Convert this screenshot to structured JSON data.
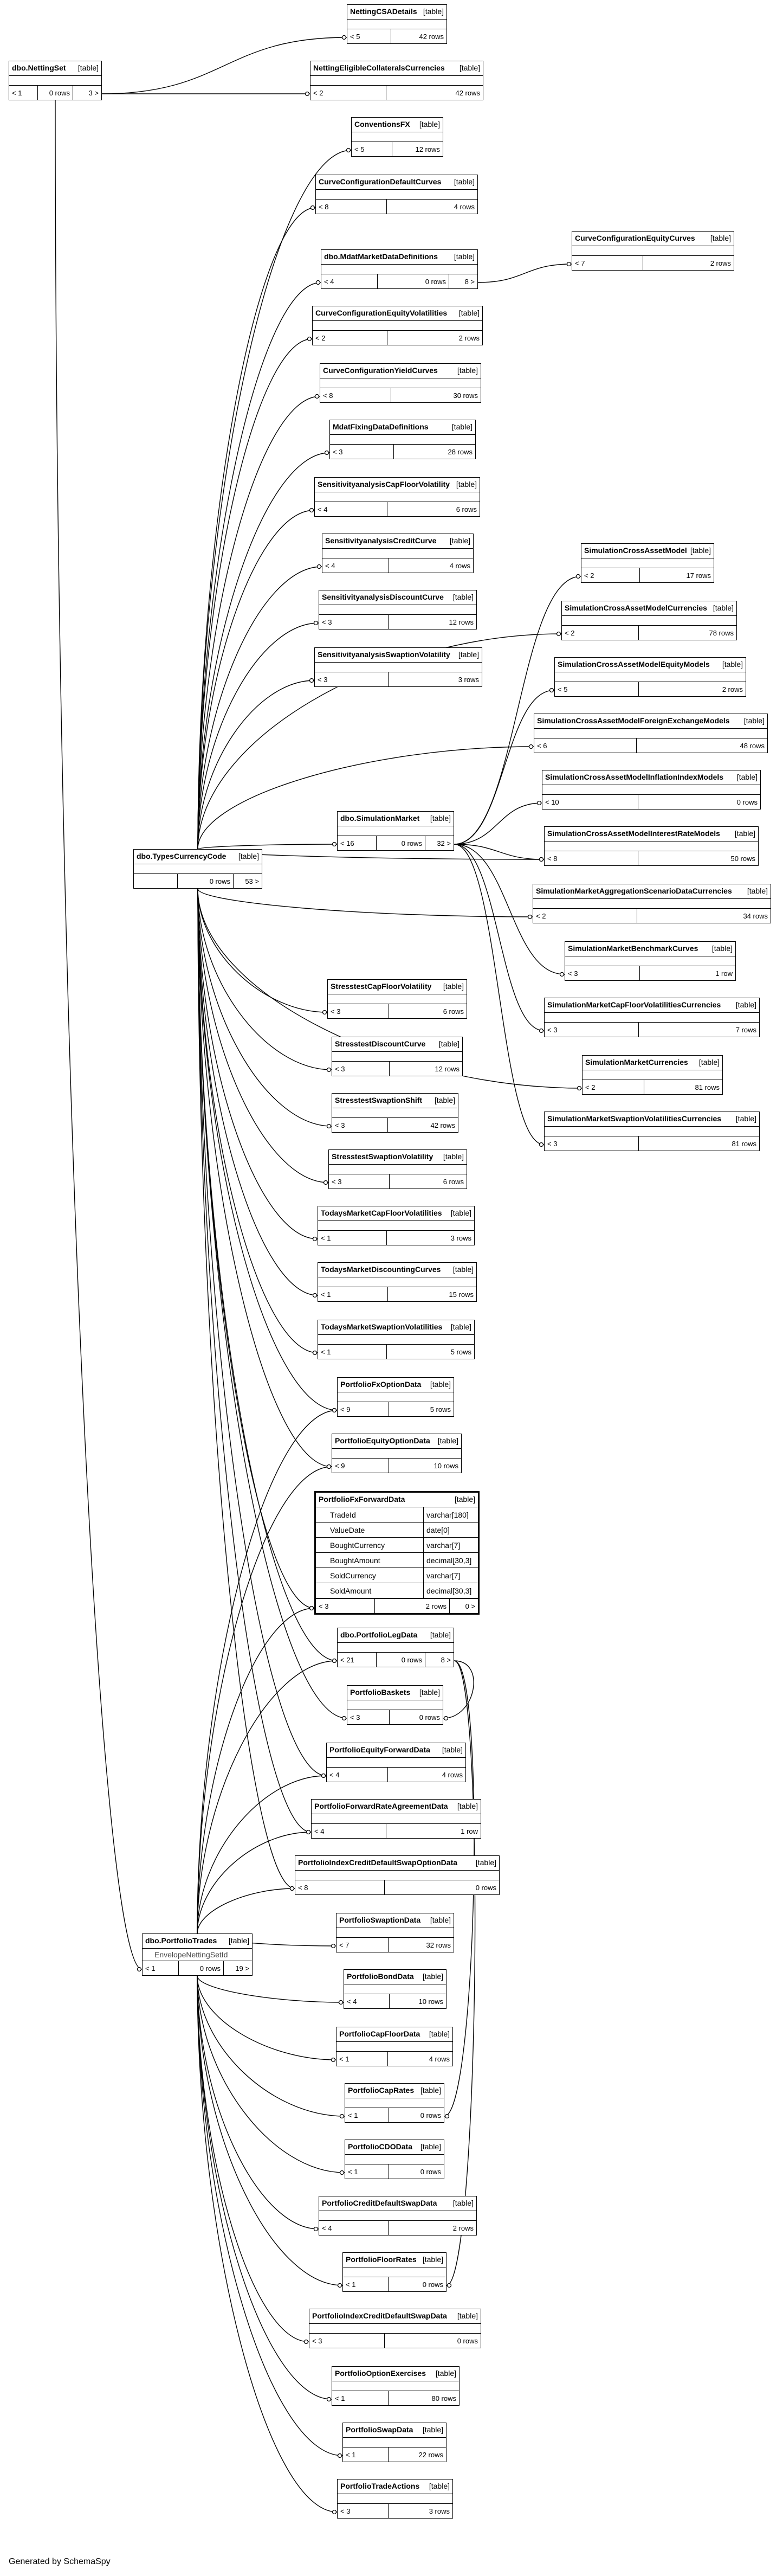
{
  "footer": "Generated by SchemaSpy",
  "tables": [
    {
      "id": "NettingSet",
      "name": "dbo.NettingSet",
      "kind": "[table]",
      "left": "< 1",
      "rows": "0 rows",
      "right": "3 >"
    },
    {
      "id": "NettingCSADetails",
      "name": "NettingCSADetails",
      "kind": "[table]",
      "left": "< 5",
      "rows": "42 rows",
      "right": ""
    },
    {
      "id": "NettingEligibleCollateralsCurrencies",
      "name": "NettingEligibleCollateralsCurrencies",
      "kind": "[table]",
      "left": "< 2",
      "rows": "42 rows",
      "right": ""
    },
    {
      "id": "ConventionsFX",
      "name": "ConventionsFX",
      "kind": "[table]",
      "left": "< 5",
      "rows": "12 rows",
      "right": ""
    },
    {
      "id": "CurveConfigurationDefaultCurves",
      "name": "CurveConfigurationDefaultCurves",
      "kind": "[table]",
      "left": "< 8",
      "rows": "4 rows",
      "right": ""
    },
    {
      "id": "MdatMarketDataDefinitions",
      "name": "dbo.MdatMarketDataDefinitions",
      "kind": "[table]",
      "left": "< 4",
      "rows": "0 rows",
      "right": "8 >"
    },
    {
      "id": "CurveConfigurationEquityCurves",
      "name": "CurveConfigurationEquityCurves",
      "kind": "[table]",
      "left": "< 7",
      "rows": "2 rows",
      "right": ""
    },
    {
      "id": "CurveConfigurationEquityVolatilities",
      "name": "CurveConfigurationEquityVolatilities",
      "kind": "[table]",
      "left": "< 2",
      "rows": "2 rows",
      "right": ""
    },
    {
      "id": "CurveConfigurationYieldCurves",
      "name": "CurveConfigurationYieldCurves",
      "kind": "[table]",
      "left": "< 8",
      "rows": "30 rows",
      "right": ""
    },
    {
      "id": "MdatFixingDataDefinitions",
      "name": "MdatFixingDataDefinitions",
      "kind": "[table]",
      "left": "< 3",
      "rows": "28 rows",
      "right": ""
    },
    {
      "id": "SensitivityanalysisCapFloorVolatility",
      "name": "SensitivityanalysisCapFloorVolatility",
      "kind": "[table]",
      "left": "< 4",
      "rows": "6 rows",
      "right": ""
    },
    {
      "id": "SensitivityanalysisCreditCurve",
      "name": "SensitivityanalysisCreditCurve",
      "kind": "[table]",
      "left": "< 4",
      "rows": "4 rows",
      "right": ""
    },
    {
      "id": "SensitivityanalysisDiscountCurve",
      "name": "SensitivityanalysisDiscountCurve",
      "kind": "[table]",
      "left": "< 3",
      "rows": "12 rows",
      "right": ""
    },
    {
      "id": "SensitivityanalysisSwaptionVolatility",
      "name": "SensitivityanalysisSwaptionVolatility",
      "kind": "[table]",
      "left": "< 3",
      "rows": "3 rows",
      "right": ""
    },
    {
      "id": "SimulationCrossAssetModel",
      "name": "SimulationCrossAssetModel",
      "kind": "[table]",
      "left": "< 2",
      "rows": "17 rows",
      "right": ""
    },
    {
      "id": "SimulationCrossAssetModelCurrencies",
      "name": "SimulationCrossAssetModelCurrencies",
      "kind": "[table]",
      "left": "< 2",
      "rows": "78 rows",
      "right": ""
    },
    {
      "id": "SimulationCrossAssetModelEquityModels",
      "name": "SimulationCrossAssetModelEquityModels",
      "kind": "[table]",
      "left": "< 5",
      "rows": "2 rows",
      "right": ""
    },
    {
      "id": "SimulationCrossAssetModelForeignExchangeModels",
      "name": "SimulationCrossAssetModelForeignExchangeModels",
      "kind": "[table]",
      "left": "< 6",
      "rows": "48 rows",
      "right": ""
    },
    {
      "id": "SimulationCrossAssetModelInflationIndexModels",
      "name": "SimulationCrossAssetModelInflationIndexModels",
      "kind": "[table]",
      "left": "< 10",
      "rows": "0 rows",
      "right": ""
    },
    {
      "id": "SimulationMarket",
      "name": "dbo.SimulationMarket",
      "kind": "[table]",
      "left": "< 16",
      "rows": "0 rows",
      "right": "32 >"
    },
    {
      "id": "SimulationCrossAssetModelInterestRateModels",
      "name": "SimulationCrossAssetModelInterestRateModels",
      "kind": "[table]",
      "left": "< 8",
      "rows": "50 rows",
      "right": ""
    },
    {
      "id": "TypesCurrencyCode",
      "name": "dbo.TypesCurrencyCode",
      "kind": "[table]",
      "left": "",
      "rows": "0 rows",
      "right": "53 >"
    },
    {
      "id": "SimulationMarketAggregationScenarioDataCurrencies",
      "name": "SimulationMarketAggregationScenarioDataCurrencies",
      "kind": "[table]",
      "left": "< 2",
      "rows": "34 rows",
      "right": ""
    },
    {
      "id": "SimulationMarketBenchmarkCurves",
      "name": "SimulationMarketBenchmarkCurves",
      "kind": "[table]",
      "left": "< 3",
      "rows": "1 row",
      "right": ""
    },
    {
      "id": "SimulationMarketCapFloorVolatilitiesCurrencies",
      "name": "SimulationMarketCapFloorVolatilitiesCurrencies",
      "kind": "[table]",
      "left": "< 3",
      "rows": "7 rows",
      "right": ""
    },
    {
      "id": "StresstestCapFloorVolatility",
      "name": "StresstestCapFloorVolatility",
      "kind": "[table]",
      "left": "< 3",
      "rows": "6 rows",
      "right": ""
    },
    {
      "id": "SimulationMarketCurrencies",
      "name": "SimulationMarketCurrencies",
      "kind": "[table]",
      "left": "< 2",
      "rows": "81 rows",
      "right": ""
    },
    {
      "id": "StresstestDiscountCurve",
      "name": "StresstestDiscountCurve",
      "kind": "[table]",
      "left": "< 3",
      "rows": "12 rows",
      "right": ""
    },
    {
      "id": "SimulationMarketSwaptionVolatilitiesCurrencies",
      "name": "SimulationMarketSwaptionVolatilitiesCurrencies",
      "kind": "[table]",
      "left": "< 3",
      "rows": "81 rows",
      "right": ""
    },
    {
      "id": "StresstestSwaptionShift",
      "name": "StresstestSwaptionShift",
      "kind": "[table]",
      "left": "< 3",
      "rows": "42 rows",
      "right": ""
    },
    {
      "id": "StresstestSwaptionVolatility",
      "name": "StresstestSwaptionVolatility",
      "kind": "[table]",
      "left": "< 3",
      "rows": "6 rows",
      "right": ""
    },
    {
      "id": "TodaysMarketCapFloorVolatilities",
      "name": "TodaysMarketCapFloorVolatilities",
      "kind": "[table]",
      "left": "< 1",
      "rows": "3 rows",
      "right": ""
    },
    {
      "id": "TodaysMarketDiscountingCurves",
      "name": "TodaysMarketDiscountingCurves",
      "kind": "[table]",
      "left": "< 1",
      "rows": "15 rows",
      "right": ""
    },
    {
      "id": "TodaysMarketSwaptionVolatilities",
      "name": "TodaysMarketSwaptionVolatilities",
      "kind": "[table]",
      "left": "< 1",
      "rows": "5 rows",
      "right": ""
    },
    {
      "id": "PortfolioFxOptionData",
      "name": "PortfolioFxOptionData",
      "kind": "[table]",
      "left": "< 9",
      "rows": "5 rows",
      "right": ""
    },
    {
      "id": "PortfolioEquityOptionData",
      "name": "PortfolioEquityOptionData",
      "kind": "[table]",
      "left": "< 9",
      "rows": "10 rows",
      "right": ""
    },
    {
      "id": "PortfolioFxForwardData",
      "name": "PortfolioFxForwardData",
      "kind": "[table]",
      "left": "< 3",
      "rows": "2 rows",
      "right": "0 >",
      "highlight": true,
      "columns": [
        [
          "TradeId",
          "varchar[180]"
        ],
        [
          "ValueDate",
          "date[0]"
        ],
        [
          "BoughtCurrency",
          "varchar[7]"
        ],
        [
          "BoughtAmount",
          "decimal[30,3]"
        ],
        [
          "SoldCurrency",
          "varchar[7]"
        ],
        [
          "SoldAmount",
          "decimal[30,3]"
        ]
      ]
    },
    {
      "id": "PortfolioLegData",
      "name": "dbo.PortfolioLegData",
      "kind": "[table]",
      "left": "< 21",
      "rows": "0 rows",
      "right": "8 >"
    },
    {
      "id": "PortfolioBaskets",
      "name": "PortfolioBaskets",
      "kind": "[table]",
      "left": "< 3",
      "rows": "0 rows",
      "right": ""
    },
    {
      "id": "PortfolioEquityForwardData",
      "name": "PortfolioEquityForwardData",
      "kind": "[table]",
      "left": "< 4",
      "rows": "4 rows",
      "right": ""
    },
    {
      "id": "PortfolioForwardRateAgreementData",
      "name": "PortfolioForwardRateAgreementData",
      "kind": "[table]",
      "left": "< 4",
      "rows": "1 row",
      "right": ""
    },
    {
      "id": "PortfolioIndexCreditDefaultSwapOptionData",
      "name": "PortfolioIndexCreditDefaultSwapOptionData",
      "kind": "[table]",
      "left": "< 8",
      "rows": "0 rows",
      "right": ""
    },
    {
      "id": "PortfolioTrades",
      "name": "dbo.PortfolioTrades",
      "kind": "[table]",
      "left": "< 1",
      "rows": "0 rows",
      "right": "19 >",
      "subcolumn": "EnvelopeNettingSetId"
    },
    {
      "id": "PortfolioSwaptionData",
      "name": "PortfolioSwaptionData",
      "kind": "[table]",
      "left": "< 7",
      "rows": "32 rows",
      "right": ""
    },
    {
      "id": "PortfolioBondData",
      "name": "PortfolioBondData",
      "kind": "[table]",
      "left": "< 4",
      "rows": "10 rows",
      "right": ""
    },
    {
      "id": "PortfolioCapFloorData",
      "name": "PortfolioCapFloorData",
      "kind": "[table]",
      "left": "< 1",
      "rows": "4 rows",
      "right": ""
    },
    {
      "id": "PortfolioCapRates",
      "name": "PortfolioCapRates",
      "kind": "[table]",
      "left": "< 1",
      "rows": "0 rows",
      "right": ""
    },
    {
      "id": "PortfolioCDOData",
      "name": "PortfolioCDOData",
      "kind": "[table]",
      "left": "< 1",
      "rows": "0 rows",
      "right": ""
    },
    {
      "id": "PortfolioCreditDefaultSwapData",
      "name": "PortfolioCreditDefaultSwapData",
      "kind": "[table]",
      "left": "< 4",
      "rows": "2 rows",
      "right": ""
    },
    {
      "id": "PortfolioFloorRates",
      "name": "PortfolioFloorRates",
      "kind": "[table]",
      "left": "< 1",
      "rows": "0 rows",
      "right": ""
    },
    {
      "id": "PortfolioIndexCreditDefaultSwapData",
      "name": "PortfolioIndexCreditDefaultSwapData",
      "kind": "[table]",
      "left": "< 3",
      "rows": "0 rows",
      "right": ""
    },
    {
      "id": "PortfolioOptionExercises",
      "name": "PortfolioOptionExercises",
      "kind": "[table]",
      "left": "< 1",
      "rows": "80 rows",
      "right": ""
    },
    {
      "id": "PortfolioSwapData",
      "name": "PortfolioSwapData",
      "kind": "[table]",
      "left": "< 1",
      "rows": "22 rows",
      "right": ""
    },
    {
      "id": "PortfolioTradeActions",
      "name": "PortfolioTradeActions",
      "kind": "[table]",
      "left": "< 3",
      "rows": "3 rows",
      "right": ""
    }
  ]
}
